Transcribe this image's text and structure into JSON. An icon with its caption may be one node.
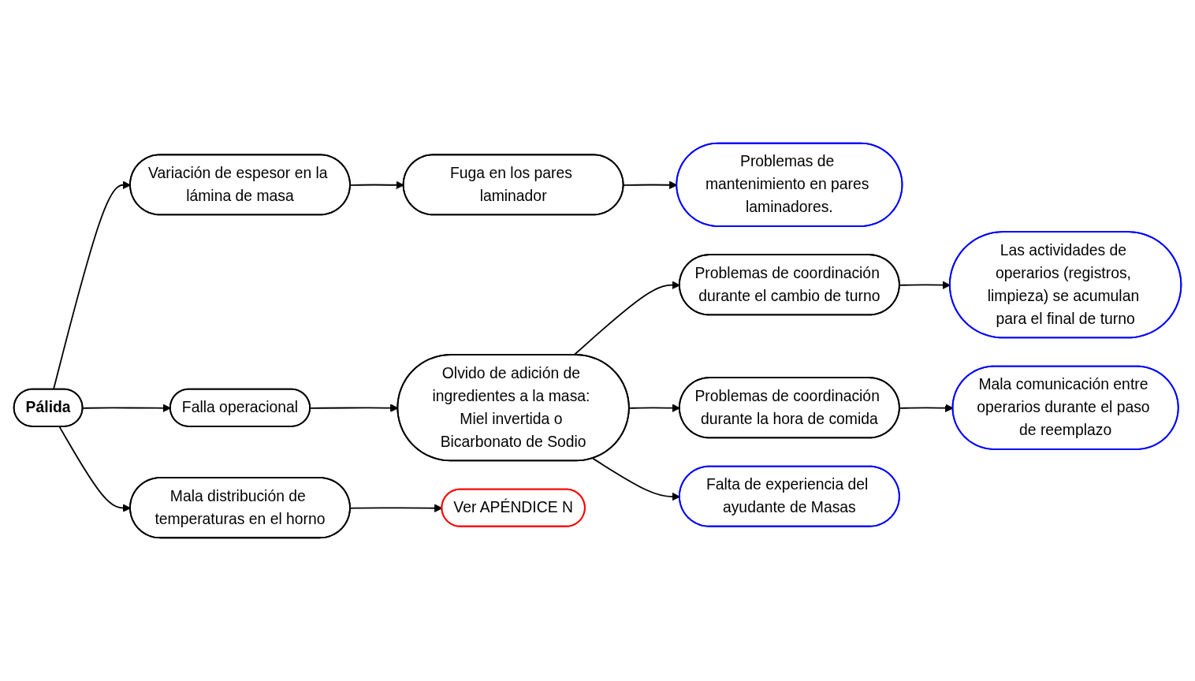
{
  "diagram": {
    "nodes": [
      {
        "text": [
          "Pálida"
        ]
      },
      {
        "text": [
          "Variación de espesor en la lámina de masa"
        ]
      },
      {
        "text": [
          "Fuga en los pares laminador"
        ]
      },
      {
        "text": [
          "Problemas de mantenimiento en pares laminadores."
        ]
      },
      {
        "text": [
          "Falla operacional"
        ]
      },
      {
        "text": [
          "Olvido de adición de ingredientes a la masa: Miel invertida o Bicarbonato de Sodio"
        ]
      },
      {
        "text": [
          "Problemas de coordinación durante el cambio de turno"
        ]
      },
      {
        "text": [
          "Las actividades de operarios (registros, limpieza) se acumulan para el final de turno"
        ]
      },
      {
        "text": [
          "Problemas de coordinación durante la hora de comida"
        ]
      },
      {
        "text": [
          "Mala comunicación entre operarios durante el paso de reemplazo"
        ]
      },
      {
        "text": [
          "Falta de experiencia del ayudante de Masas"
        ]
      },
      {
        "text": [
          "Mala distribución de temperaturas en el horno"
        ]
      },
      {
        "text": [
          "Ver APÉNDICE N"
        ]
      }
    ],
    "edges": [
      {
        "from": 0,
        "to": 1,
        "arrow": "to"
      },
      {
        "from": 0,
        "to": 4,
        "arrow": "to"
      },
      {
        "from": 0,
        "to": 11,
        "arrow": "to"
      },
      {
        "from": 1,
        "to": 2,
        "arrow": "to"
      },
      {
        "from": 2,
        "to": 3,
        "arrow": "to"
      },
      {
        "from": 4,
        "to": 5,
        "arrow": "to"
      },
      {
        "from": 5,
        "to": 6,
        "arrow": "to"
      },
      {
        "from": 5,
        "to": 8,
        "arrow": "to"
      },
      {
        "from": 5,
        "to": 10,
        "arrow": "to"
      },
      {
        "from": 6,
        "to": 7,
        "arrow": "to"
      },
      {
        "from": 8,
        "to": 9,
        "arrow": "to"
      },
      {
        "from": 11,
        "to": 12,
        "arrow": "to"
      }
    ]
  }
}
